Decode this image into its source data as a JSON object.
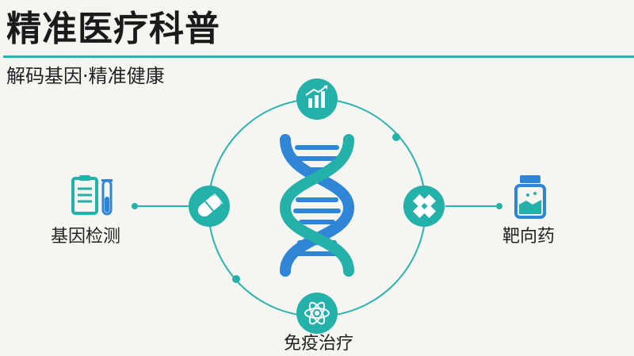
{
  "header": {
    "title": "精准医疗科普",
    "subtitle": "解码基因·精准健康"
  },
  "labels": {
    "gene_testing": "基因检测",
    "targeted_drug": "靶向药",
    "immunotherapy": "免疫治疗"
  },
  "colors": {
    "teal": "#23b1a9",
    "blue": "#2f86d6",
    "ring": "#2bb3ad",
    "background": "#f5f5f2"
  },
  "icons": {
    "top_node": "chart-growth-icon",
    "left_node": "capsule-icon",
    "right_node": "molecule-icon",
    "bottom_node": "atom-icon",
    "far_left": "clipboard-test-tube-icon",
    "far_right": "medicine-bottle-icon",
    "center": "dna-helix-icon"
  }
}
